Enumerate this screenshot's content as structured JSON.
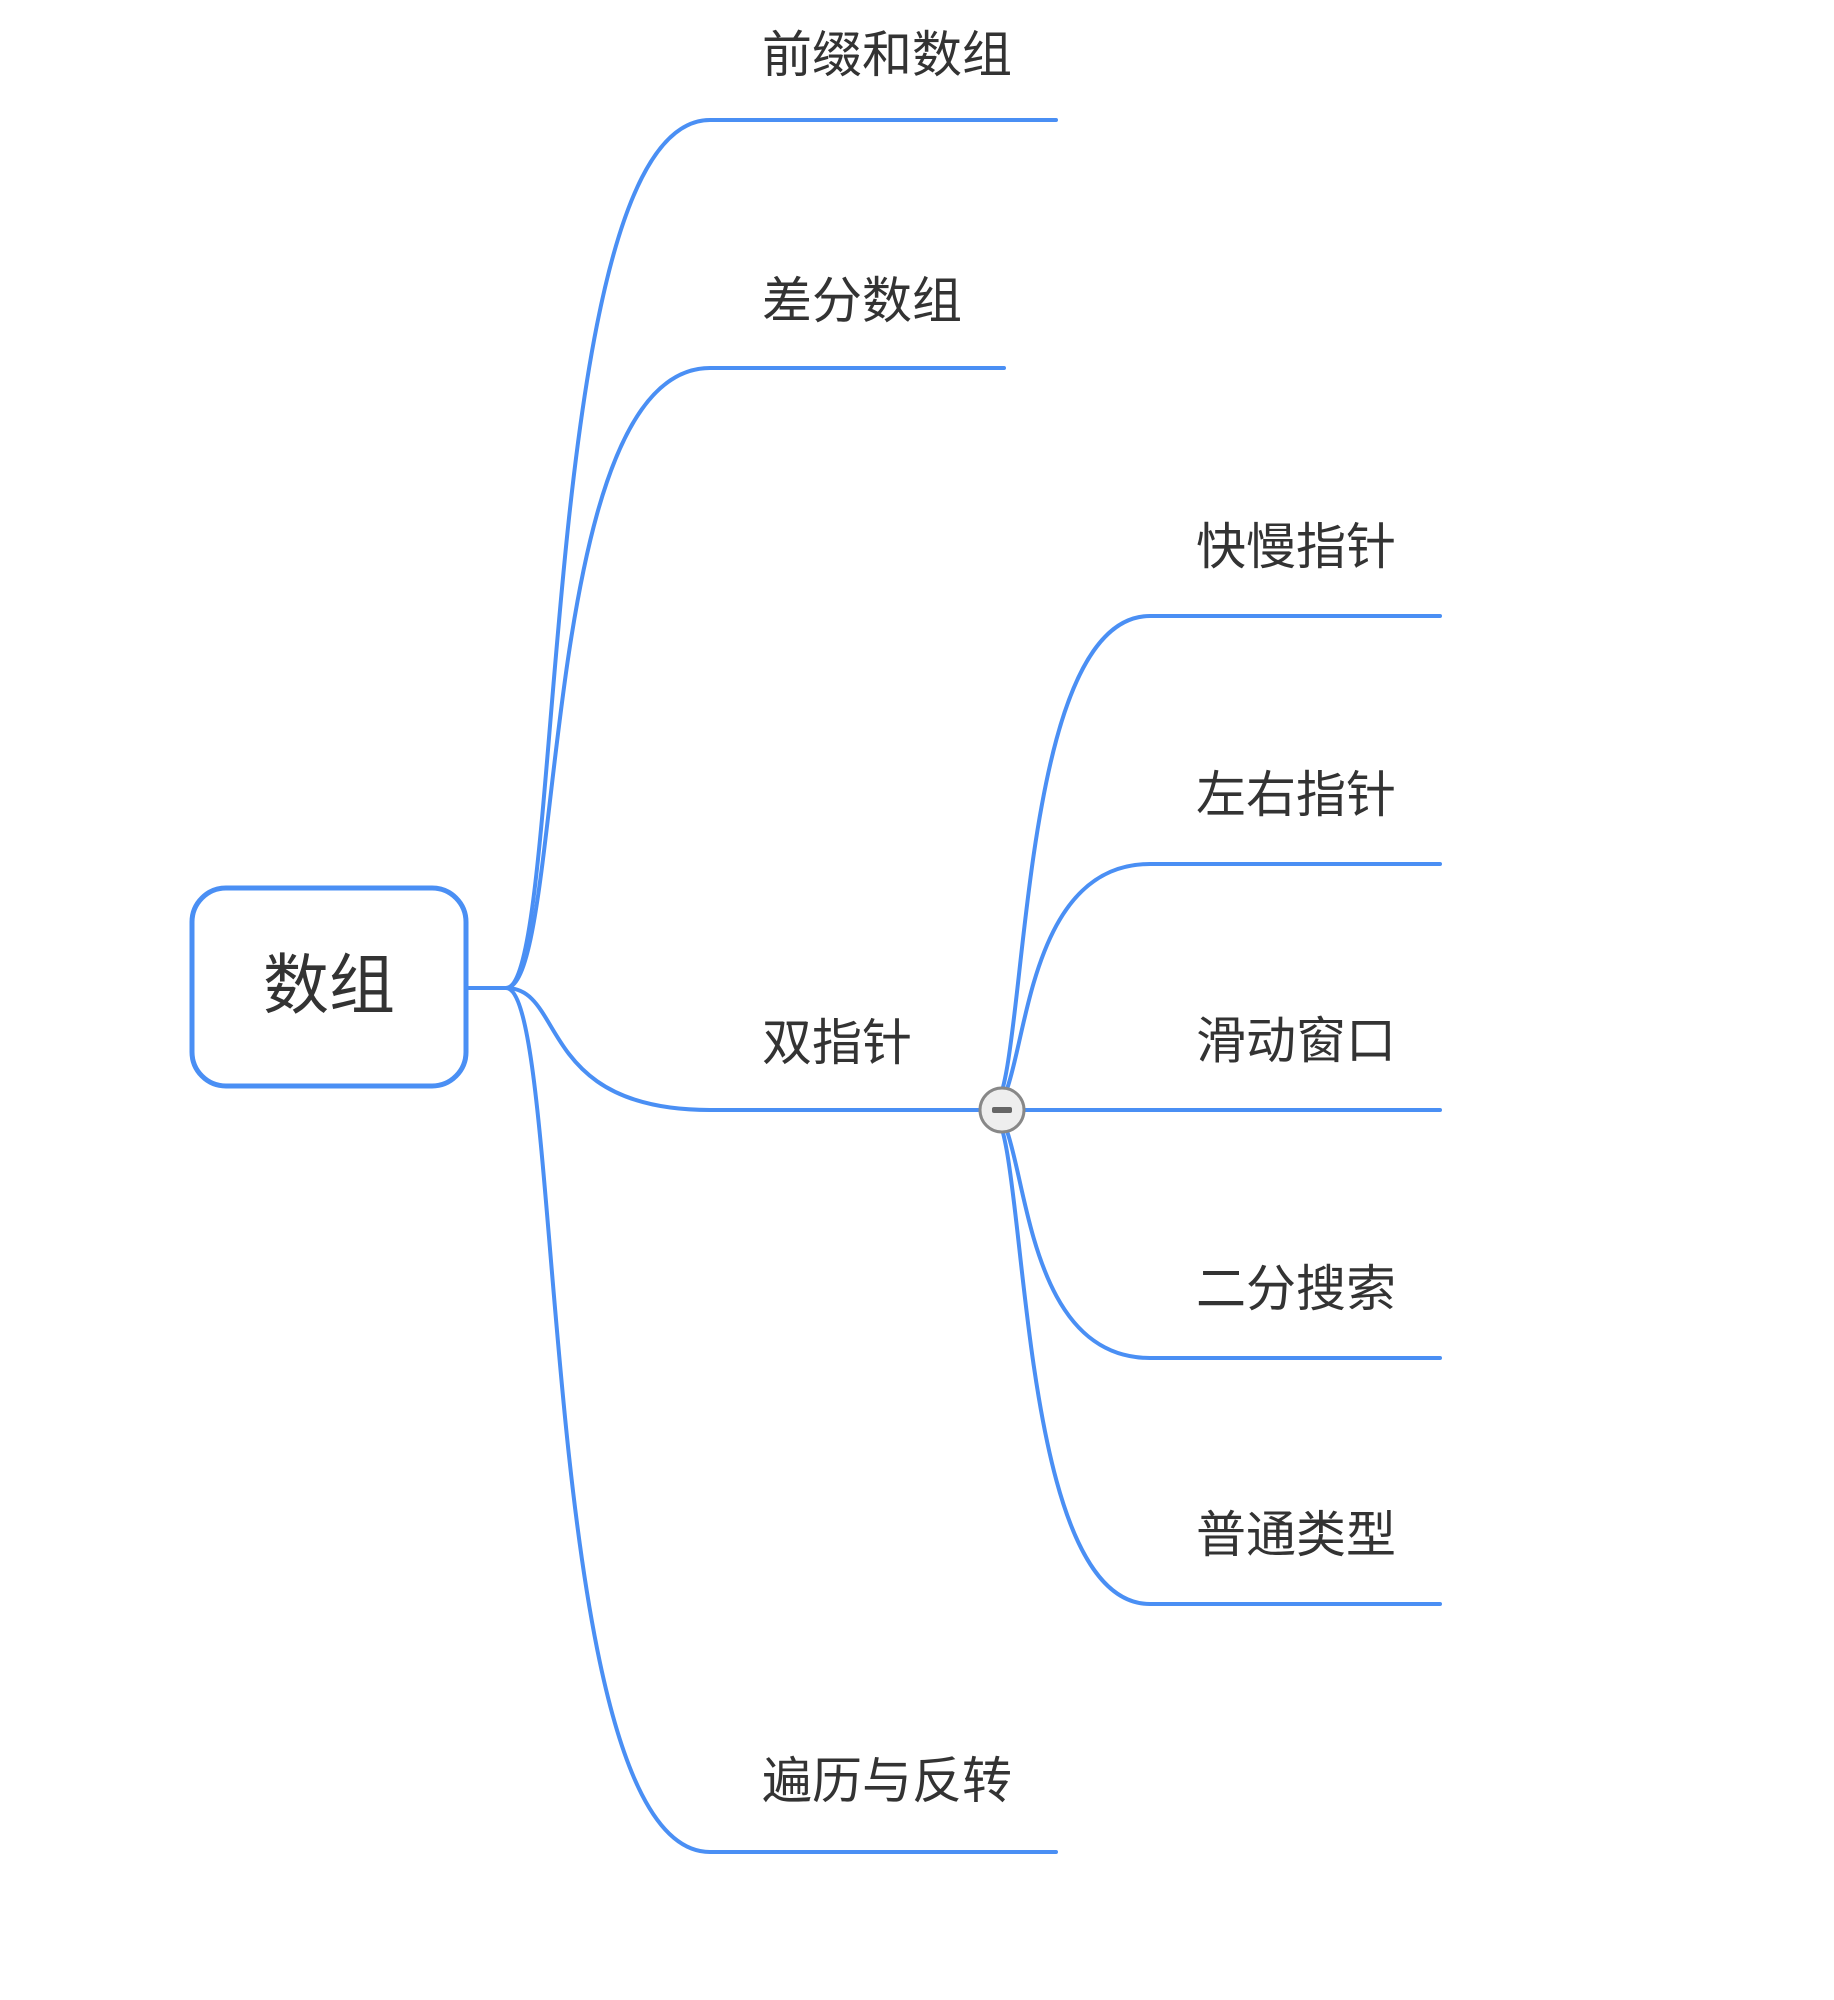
{
  "colors": {
    "line": "#4a8ff4",
    "text": "#333333"
  },
  "root": {
    "label": "数组",
    "children": [
      {
        "label": "前缀和数组",
        "children": []
      },
      {
        "label": "差分数组",
        "children": []
      },
      {
        "label": "双指针",
        "collapse_toggle": "minus-circle-icon",
        "children": [
          {
            "label": "快慢指针"
          },
          {
            "label": "左右指针"
          },
          {
            "label": "滑动窗口"
          },
          {
            "label": "二分搜索"
          },
          {
            "label": "普通类型"
          }
        ]
      },
      {
        "label": "遍历与反转",
        "children": []
      }
    ]
  }
}
